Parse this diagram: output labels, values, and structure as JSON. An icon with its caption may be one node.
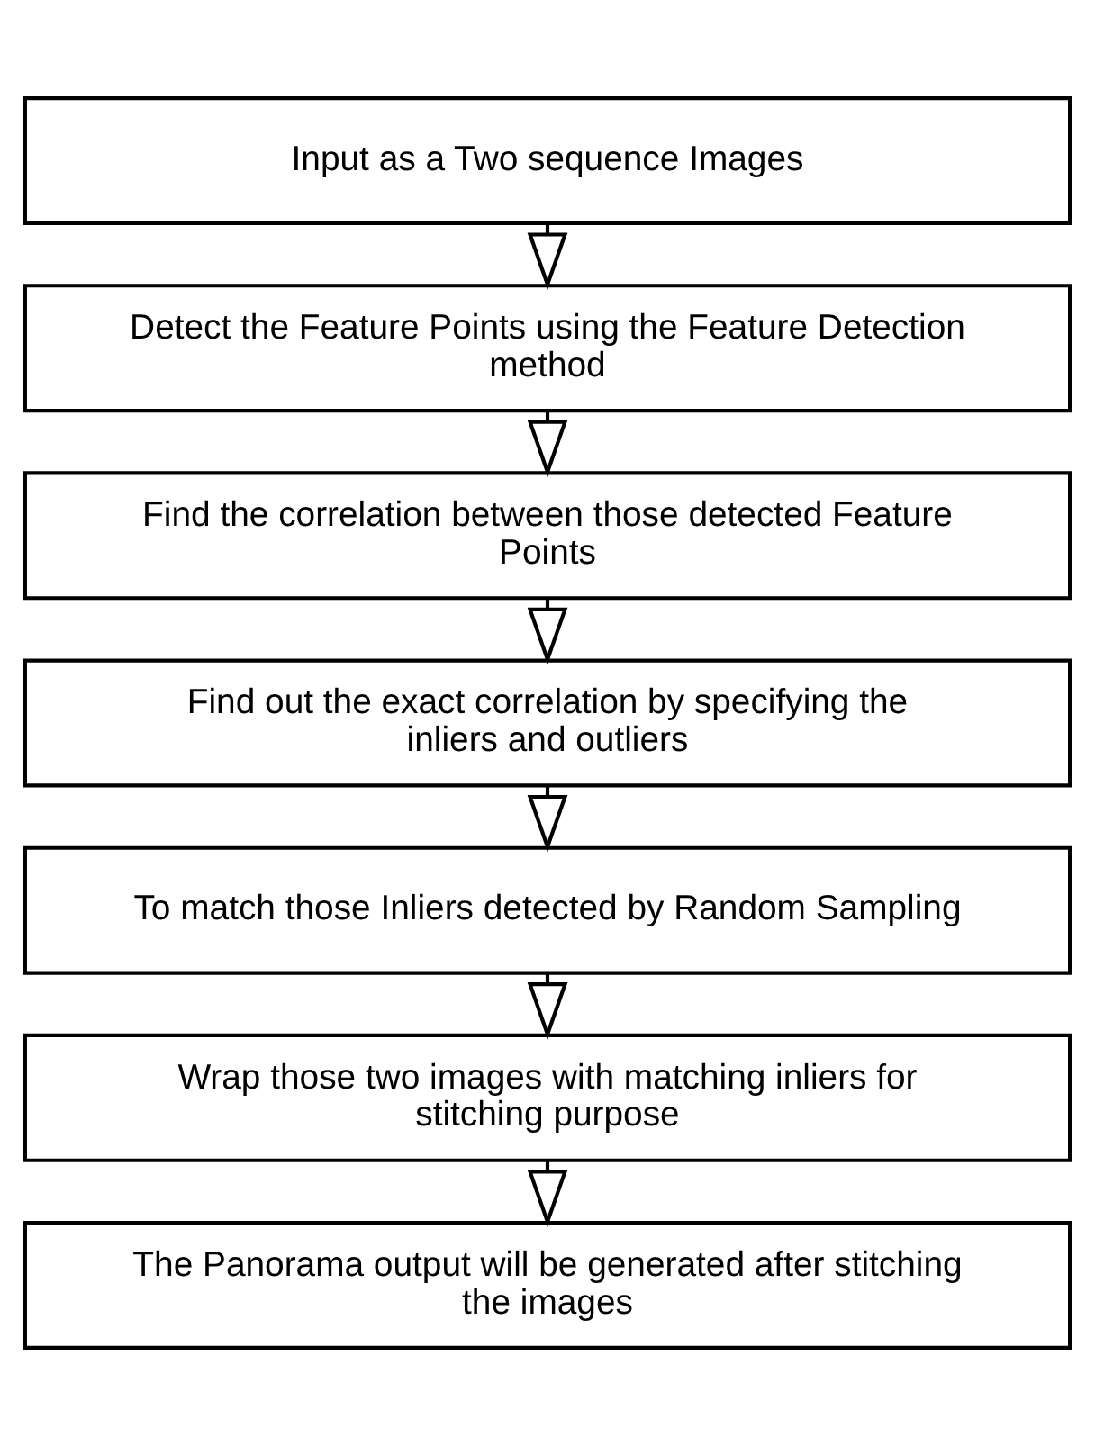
{
  "diagram": {
    "nodes": [
      {
        "text": [
          "Input as a Two sequence Images"
        ]
      },
      {
        "text": [
          "Detect the Feature Points using the Feature Detection method"
        ]
      },
      {
        "text": [
          "Find the correlation between those detected Feature Points"
        ]
      },
      {
        "text": [
          "Find out the exact correlation by specifying the inliers and outliers"
        ]
      },
      {
        "text": [
          "To match those Inliers detected by Random Sampling"
        ]
      },
      {
        "text": [
          "Wrap those two images with matching inliers for stitching purpose"
        ]
      },
      {
        "text": [
          "The Panorama output will be generated after stitching the images"
        ]
      }
    ],
    "edges": [
      {
        "from": 0,
        "to": 1,
        "arrow": "to"
      },
      {
        "from": 1,
        "to": 2,
        "arrow": "to"
      },
      {
        "from": 2,
        "to": 3,
        "arrow": "to"
      },
      {
        "from": 3,
        "to": 4,
        "arrow": "to"
      },
      {
        "from": 4,
        "to": 5,
        "arrow": "to"
      },
      {
        "from": 5,
        "to": 6,
        "arrow": "to"
      }
    ]
  }
}
